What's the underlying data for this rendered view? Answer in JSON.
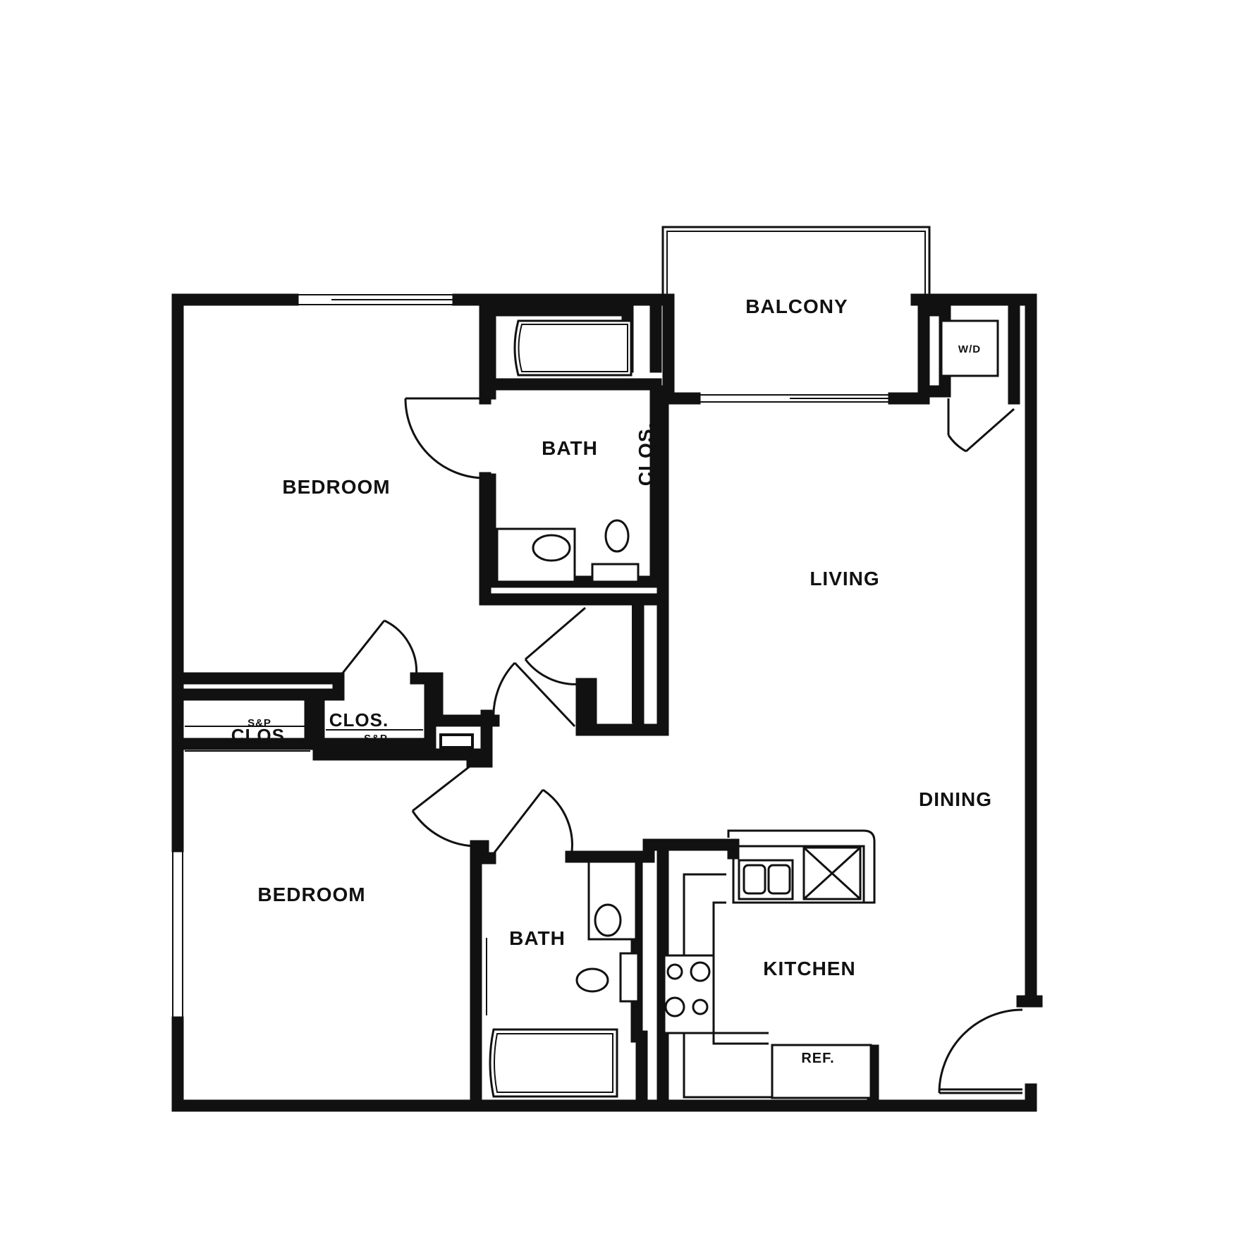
{
  "plan": {
    "rooms": {
      "balcony": "BALCONY",
      "wd": "W/D",
      "bath_upper": "BATH",
      "bedroom_upper": "BEDROOM",
      "living": "LIVING",
      "clos_hall": "CLOS.",
      "clos_left": "CLOS.",
      "sp_left": "S&P",
      "clos_mid": "CLOS.",
      "sp_mid": "S&P",
      "dining": "DINING",
      "bedroom_lower": "BEDROOM",
      "bath_lower": "BATH",
      "kitchen": "KITCHEN",
      "ref": "REF."
    }
  }
}
